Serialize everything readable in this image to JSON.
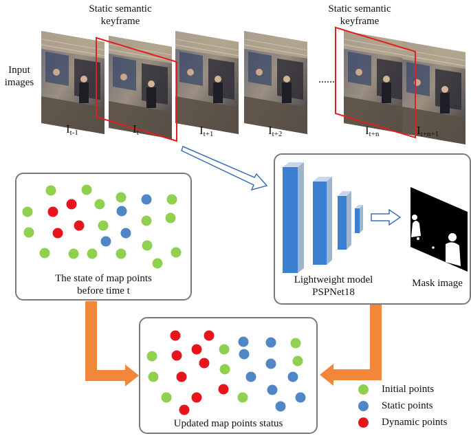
{
  "top": {
    "input_label_line1": "Input",
    "input_label_line2": "images",
    "keyframe_left_line1": "Static semantic",
    "keyframe_left_line2": "keyframe",
    "keyframe_right_line1": "Static semantic",
    "keyframe_right_line2": "keyframe",
    "ellipsis": "......",
    "frames": [
      {
        "base": "I",
        "sub": "t-1"
      },
      {
        "base": "I",
        "sub": "t"
      },
      {
        "base": "I",
        "sub": "t+1"
      },
      {
        "base": "I",
        "sub": "t+2"
      },
      {
        "base": "I",
        "sub": "t+n"
      },
      {
        "base": "I",
        "sub": "t+n+1"
      }
    ]
  },
  "left_box": {
    "caption_line1": "The state of map points",
    "caption_line2": "before time t"
  },
  "model_box": {
    "model_line1": "Lightweight model",
    "model_line2": "PSPNet18",
    "mask_label": "Mask image"
  },
  "bottom_box": {
    "caption": "Updated map points status"
  },
  "legend": {
    "items": [
      {
        "label": "Initial points",
        "color": "#8fd14f"
      },
      {
        "label": "Static points",
        "color": "#4f86c6"
      },
      {
        "label": "Dynamic points",
        "color": "#e8141c"
      }
    ]
  },
  "colors": {
    "initial": "#8fd14f",
    "static": "#4f86c6",
    "dynamic": "#e8141c",
    "keyframe_border": "#e02020",
    "box_border": "#7a7a7a",
    "flow_arrow": "#f0873a",
    "hollow_arrow": "#3a6fb8",
    "layer_fill": "#3a7fd0"
  }
}
